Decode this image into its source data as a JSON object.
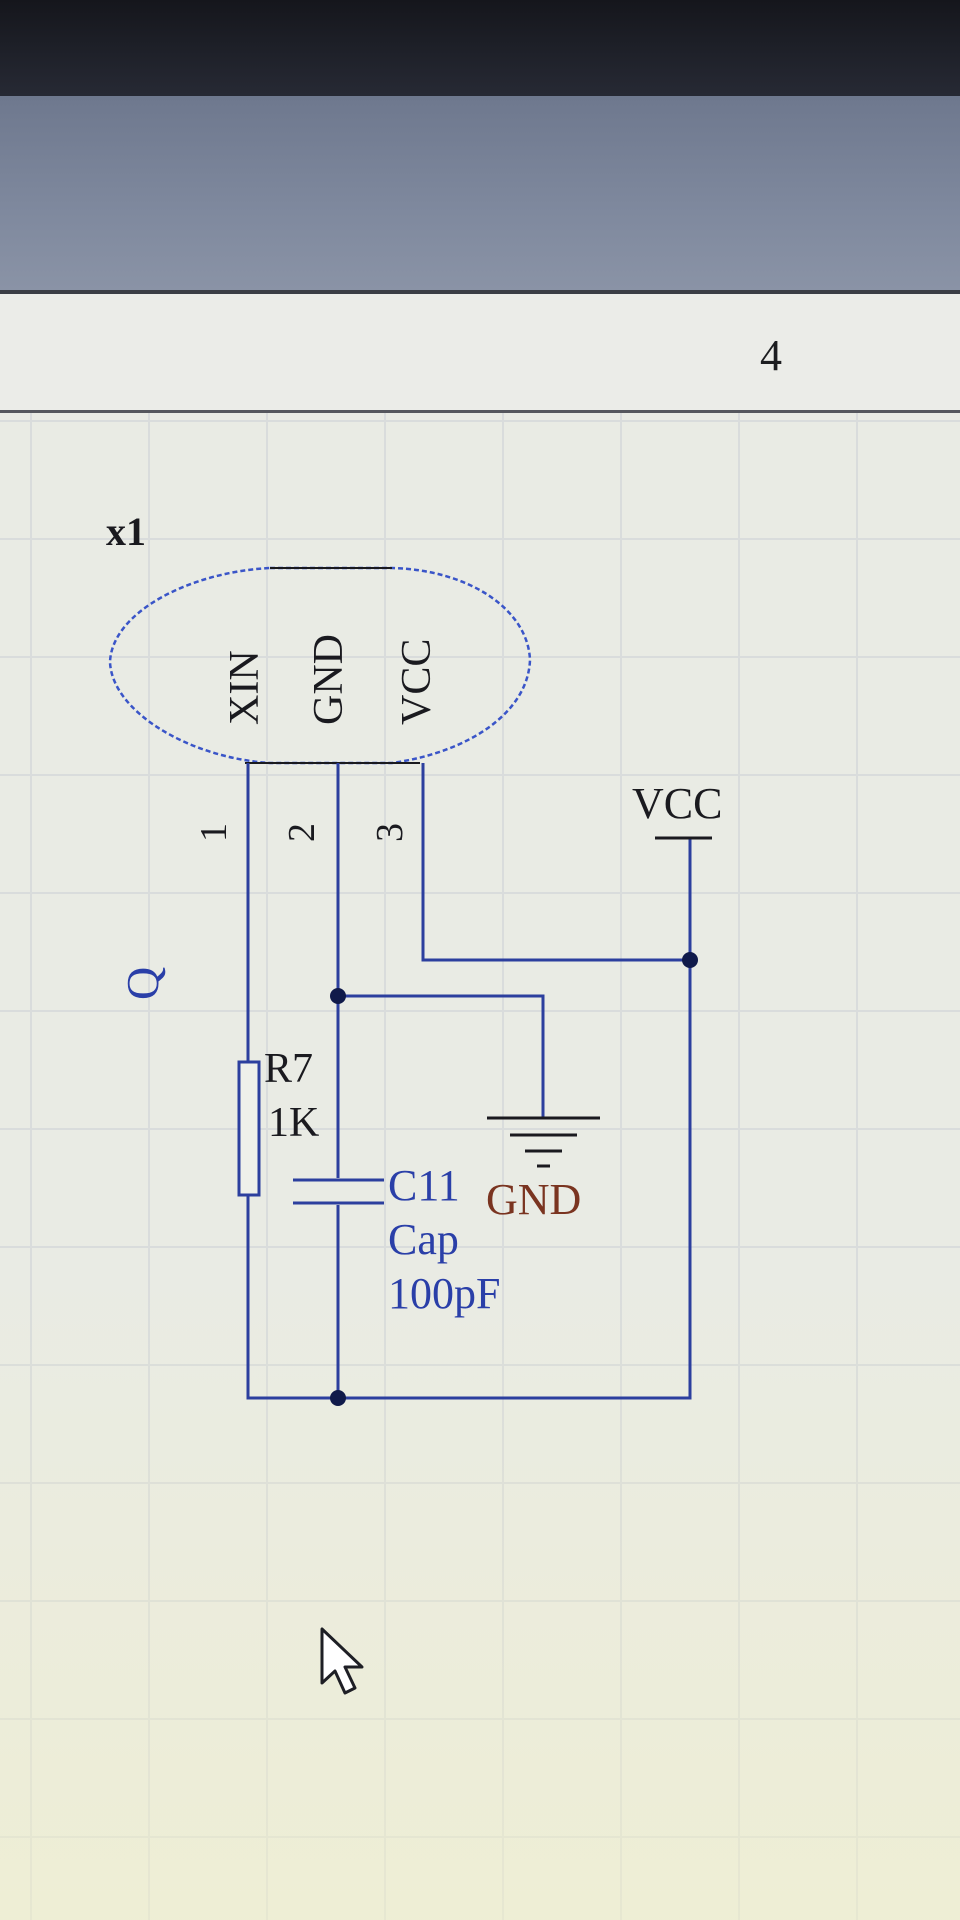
{
  "ruler": {
    "zone_number": "4"
  },
  "schematic": {
    "component_designator": "x1",
    "pin_labels": [
      "XIN",
      "GND",
      "VCC"
    ],
    "pin_numbers": [
      "1",
      "2",
      "3"
    ],
    "net_label_q": "Q",
    "power_port_vcc": "VCC",
    "power_port_gnd": "GND",
    "resistor": {
      "designator": "R7",
      "value": "1K"
    },
    "capacitor": {
      "designator": "C11",
      "comment": "Cap",
      "value": "100pF"
    }
  },
  "colors": {
    "wire": "#2c3f9e",
    "junction": "#101a4a",
    "outline": "#3a55c8",
    "sheet_background": "#e9ebe4"
  }
}
